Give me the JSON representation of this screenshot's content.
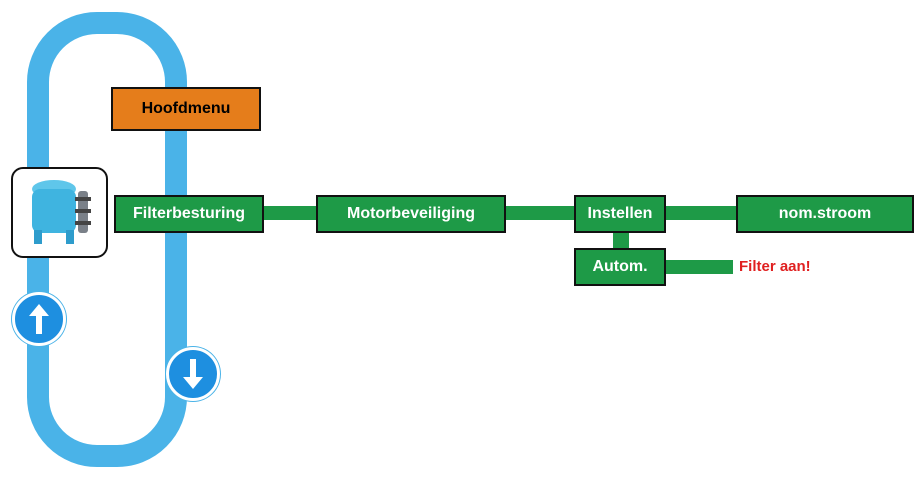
{
  "menu": {
    "main": "Hoofdmenu",
    "filter_control": "Filterbesturing",
    "motor_protection": "Motorbeveiliging",
    "settings": "Instellen",
    "nominal_current": "nom.stroom",
    "auto": "Autom.",
    "warning": "Filter aan!"
  },
  "icons": {
    "up": "arrow-up-icon",
    "down": "arrow-down-icon",
    "filter": "sand-filter-icon"
  },
  "colors": {
    "green": "#1e9a47",
    "orange": "#e57d1b",
    "pipe": "#4ab3e8",
    "warning": "#e02020"
  }
}
